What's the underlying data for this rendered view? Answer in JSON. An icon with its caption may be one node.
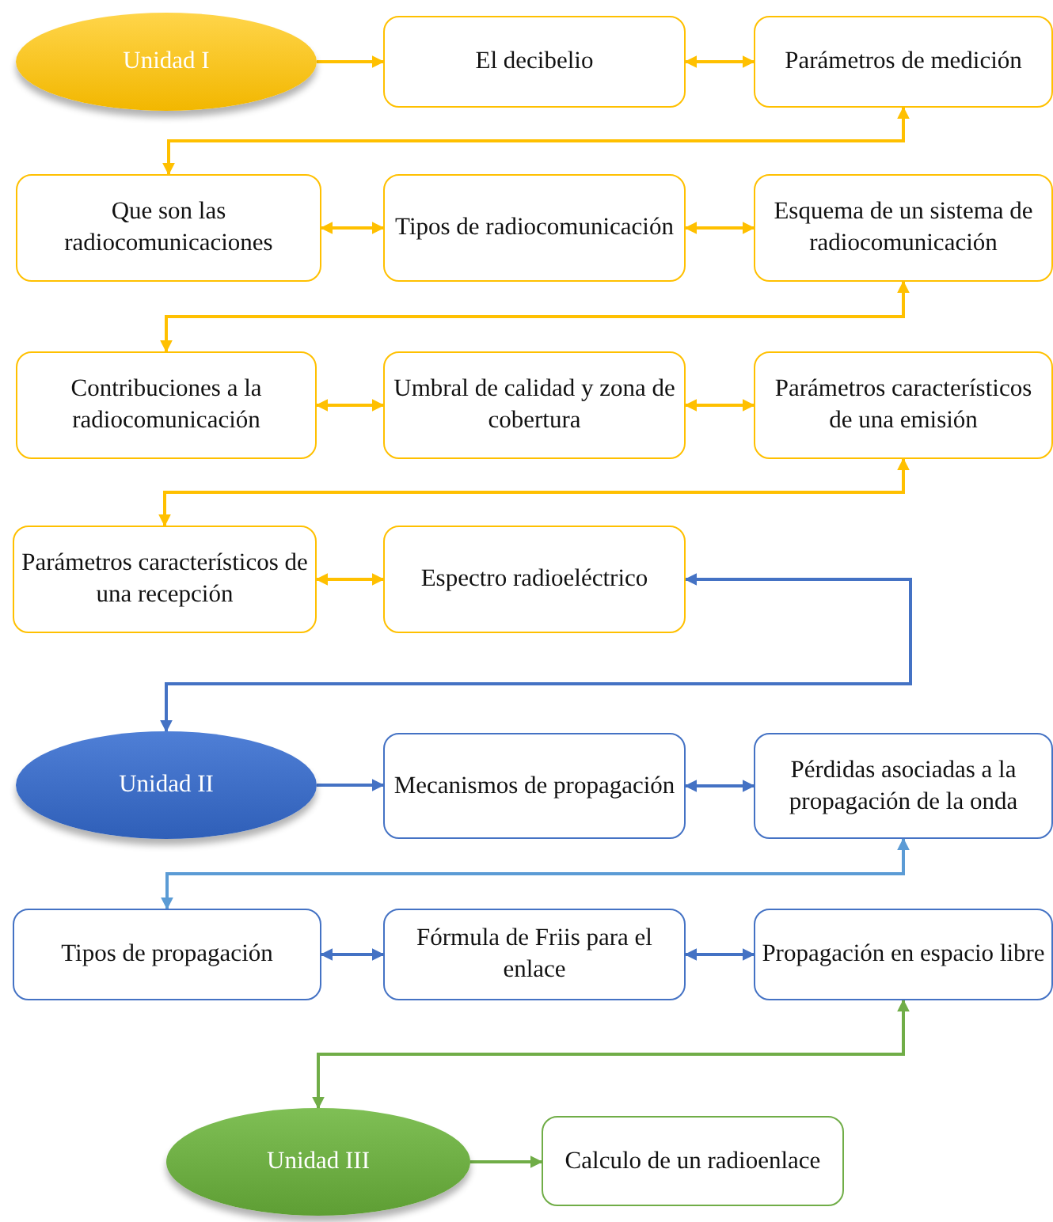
{
  "diagram": {
    "nodes": [
      {
        "text": [
          "Unidad I"
        ]
      },
      {
        "text": [
          "El decibelio"
        ]
      },
      {
        "text": [
          "Parámetros de medición"
        ]
      },
      {
        "text": [
          "Que son las radiocomunicaciones"
        ]
      },
      {
        "text": [
          "Tipos de radiocomunicación"
        ]
      },
      {
        "text": [
          "Esquema de un sistema de radiocomunicación"
        ]
      },
      {
        "text": [
          "Contribuciones a la radiocomunicación"
        ]
      },
      {
        "text": [
          "Umbral de calidad y zona de cobertura"
        ]
      },
      {
        "text": [
          "Parámetros característicos de una emisión"
        ]
      },
      {
        "text": [
          "Parámetros característicos de una recepción"
        ]
      },
      {
        "text": [
          "Espectro radioeléctrico"
        ]
      },
      {
        "text": [
          "Unidad II"
        ]
      },
      {
        "text": [
          "Mecanismos de propagación"
        ]
      },
      {
        "text": [
          "Pérdidas asociadas a la propagación de la onda"
        ]
      },
      {
        "text": [
          "Tipos de propagación"
        ]
      },
      {
        "text": [
          "Fórmula de Friis para el enlace"
        ]
      },
      {
        "text": [
          "Propagación en espacio libre"
        ]
      },
      {
        "text": [
          "Unidad III"
        ]
      },
      {
        "text": [
          "Calculo de un radioenlace"
        ]
      }
    ],
    "edges": [
      {
        "from": 0,
        "to": 1,
        "arrow": "to"
      },
      {
        "from": 1,
        "to": 2,
        "arrow": "both"
      },
      {
        "from": 2,
        "to": 3,
        "arrow": "both"
      },
      {
        "from": 3,
        "to": 4,
        "arrow": "both"
      },
      {
        "from": 4,
        "to": 5,
        "arrow": "both"
      },
      {
        "from": 5,
        "to": 6,
        "arrow": "both"
      },
      {
        "from": 6,
        "to": 7,
        "arrow": "both"
      },
      {
        "from": 7,
        "to": 8,
        "arrow": "both"
      },
      {
        "from": 8,
        "to": 9,
        "arrow": "both"
      },
      {
        "from": 9,
        "to": 10,
        "arrow": "both"
      },
      {
        "from": 10,
        "to": 11,
        "arrow": "both",
        "color": "#4472c4"
      },
      {
        "from": 11,
        "to": 12,
        "arrow": "to",
        "color": "#4472c4"
      },
      {
        "from": 12,
        "to": 13,
        "arrow": "both",
        "color": "#4472c4"
      },
      {
        "from": 13,
        "to": 14,
        "arrow": "both",
        "color": "#5b9bd5"
      },
      {
        "from": 14,
        "to": 15,
        "arrow": "both",
        "color": "#4472c4"
      },
      {
        "from": 15,
        "to": 16,
        "arrow": "both",
        "color": "#4472c4"
      },
      {
        "from": 16,
        "to": 17,
        "arrow": "both",
        "color": "#70ad47"
      },
      {
        "from": 17,
        "to": 18,
        "arrow": "to",
        "color": "#70ad47"
      }
    ]
  }
}
